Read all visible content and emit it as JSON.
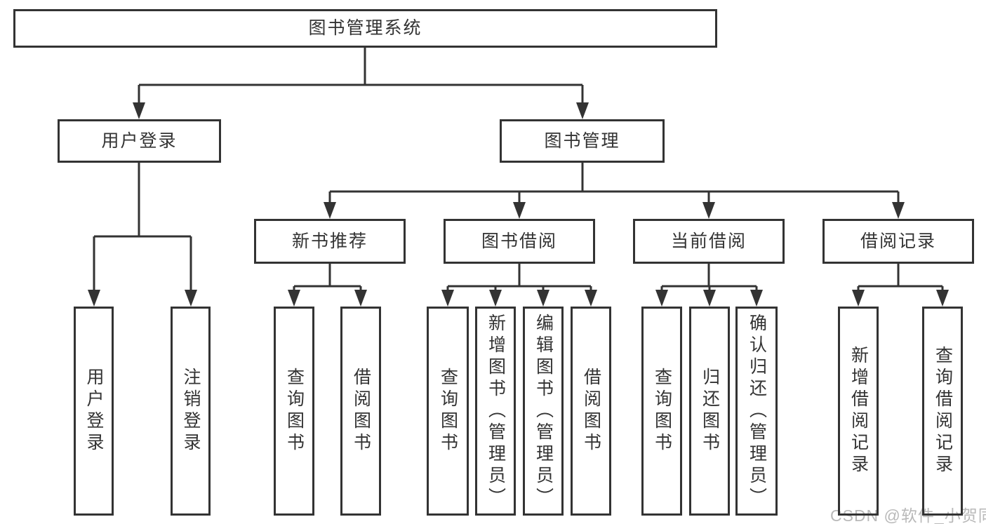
{
  "title": "图书管理系统",
  "level2": {
    "user_login": "用户登录",
    "book_mgmt": "图书管理"
  },
  "level3": {
    "new_book": "新书推荐",
    "book_borrow": "图书借阅",
    "current_borrow": "当前借阅",
    "borrow_records": "借阅记录"
  },
  "leaves": {
    "user_login": [
      "用户登录",
      "注销登录"
    ],
    "new_book": [
      "查询图书",
      "借阅图书"
    ],
    "book_borrow": [
      "查询图书",
      "新增图书（管理员）",
      "编辑图书（管理员）",
      "借阅图书"
    ],
    "current_borrow": [
      "查询图书",
      "归还图书",
      "确认归还（管理员）"
    ],
    "borrow_records": [
      "新增借阅记录",
      "查询借阅记录"
    ]
  },
  "watermark": "CSDN @软件_小贺同学",
  "colors": {
    "line": "#333333",
    "text": "#333333",
    "watermark": "#b9b9b9",
    "background": "#ffffff"
  }
}
